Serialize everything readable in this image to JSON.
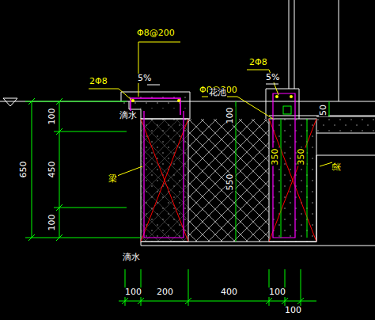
{
  "diagram": {
    "labels": [
      "Φ8@200",
      "2Φ8",
      "5%",
      "Φ8@200",
      "2Φ8",
      "5%",
      "花池",
      "滴水",
      "650",
      "100",
      "450",
      "100",
      "100",
      "550",
      "350",
      "350",
      "50",
      "梁",
      "梁",
      "滴水",
      "100",
      "200",
      "400",
      "100",
      "100"
    ]
  }
}
